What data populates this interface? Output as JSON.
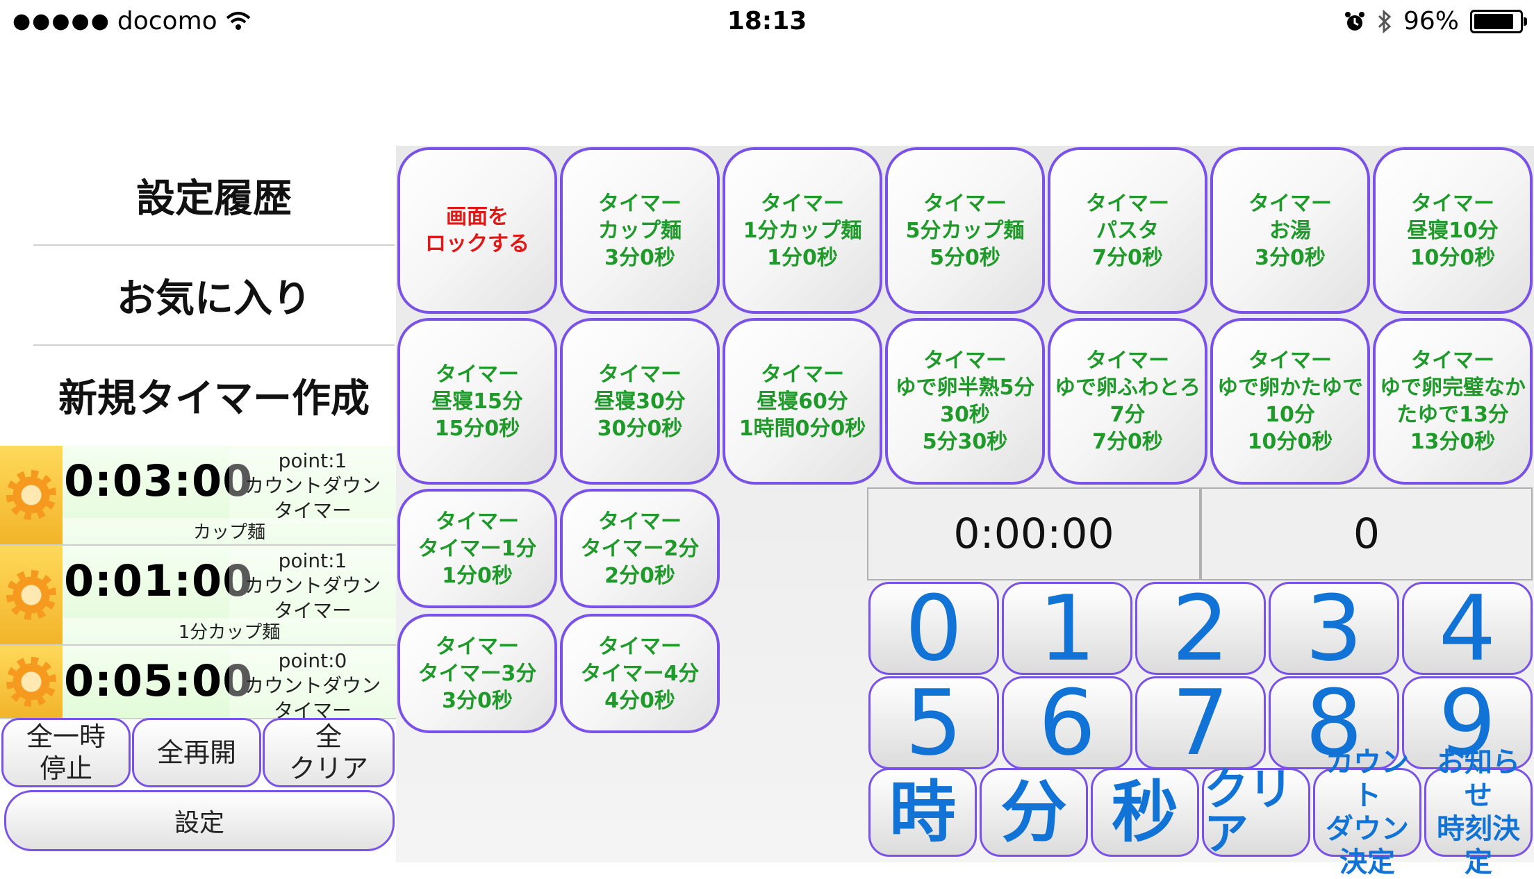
{
  "status_bar": {
    "signal_dots": "●●●●●",
    "carrier": "docomo",
    "time": "18:13",
    "battery_percent": "96%",
    "battery_level": 0.96
  },
  "menu": {
    "history": "設定履歴",
    "favorites": "お気に入り",
    "new_timer": "新規タイマー作成"
  },
  "active_timers": [
    {
      "time": "0:03:00",
      "point": "point:1",
      "mode": "カウントダウン",
      "kind": "タイマー",
      "name": "カップ麺"
    },
    {
      "time": "0:01:00",
      "point": "point:1",
      "mode": "カウントダウン",
      "kind": "タイマー",
      "name": "1分カップ麺"
    },
    {
      "time": "0:05:00",
      "point": "point:0",
      "mode": "カウントダウン",
      "kind": "タイマー",
      "name": ""
    }
  ],
  "controls": {
    "pause_all": [
      "全一時",
      "停止"
    ],
    "resume_all": "全再開",
    "clear_all": [
      "全",
      "クリア"
    ],
    "settings": "設定"
  },
  "lock_button": [
    "画面を",
    "ロックする"
  ],
  "presets": [
    [
      "タイマー",
      "カップ麺",
      "3分0秒"
    ],
    [
      "タイマー",
      "1分カップ麺",
      "1分0秒"
    ],
    [
      "タイマー",
      "5分カップ麺",
      "5分0秒"
    ],
    [
      "タイマー",
      "パスタ",
      "7分0秒"
    ],
    [
      "タイマー",
      "お湯",
      "3分0秒"
    ],
    [
      "タイマー",
      "昼寝10分",
      "10分0秒"
    ],
    [
      "タイマー",
      "昼寝15分",
      "15分0秒"
    ],
    [
      "タイマー",
      "昼寝30分",
      "30分0秒"
    ],
    [
      "タイマー",
      "昼寝60分",
      "1時間0分0秒"
    ],
    [
      "タイマー",
      "ゆで卵半熟5分",
      "30秒",
      "5分30秒"
    ],
    [
      "タイマー",
      "ゆで卵ふわとろ",
      "7分",
      "7分0秒"
    ],
    [
      "タイマー",
      "ゆで卵かたゆで",
      "10分",
      "10分0秒"
    ],
    [
      "タイマー",
      "ゆで卵完璧なか",
      "たゆで13分",
      "13分0秒"
    ],
    [
      "タイマー",
      "タイマー1分",
      "1分0秒"
    ],
    [
      "タイマー",
      "タイマー2分",
      "2分0秒"
    ],
    [
      "タイマー",
      "タイマー3分",
      "3分0秒"
    ],
    [
      "タイマー",
      "タイマー4分",
      "4分0秒"
    ]
  ],
  "display": {
    "time": "0:00:00",
    "count": "0"
  },
  "keypad": {
    "digits": [
      "0",
      "1",
      "2",
      "3",
      "4",
      "5",
      "6",
      "7",
      "8",
      "9"
    ],
    "hour": "時",
    "minute": "分",
    "second": "秒",
    "clear": "クリア",
    "countdown_confirm": [
      "カウント",
      "ダウン決定"
    ],
    "notify_confirm": [
      "お知らせ",
      "時刻決定"
    ]
  },
  "colors": {
    "border_purple": "#7a52e8",
    "preset_text_green": "#1f9a2a",
    "lock_text_red": "#e01818",
    "keypad_blue": "#1273d6"
  }
}
